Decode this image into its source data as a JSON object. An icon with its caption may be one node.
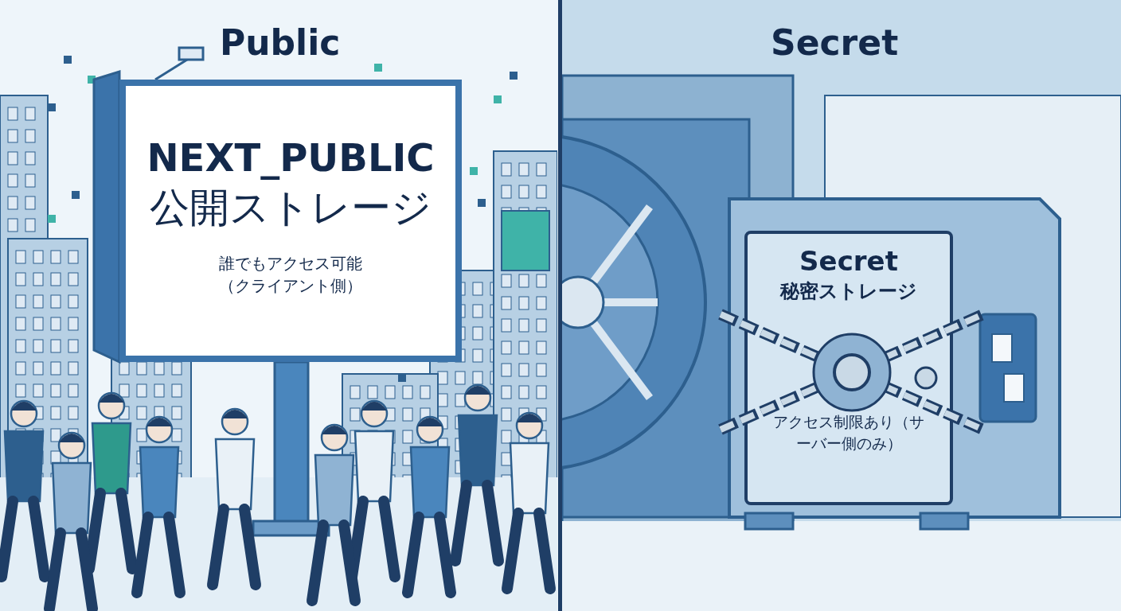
{
  "diagram": {
    "nodes": [
      {
        "text": [
          "NEXT_PUBLIC",
          "公開ストレージ",
          "誰でもアクセス可能（クライアント側）"
        ]
      },
      {
        "text": [
          "Secret",
          "秘密ストレージ",
          "アクセス制限あり（サーバー側のみ）"
        ]
      }
    ],
    "labels": [
      "Public",
      "Secret"
    ]
  }
}
